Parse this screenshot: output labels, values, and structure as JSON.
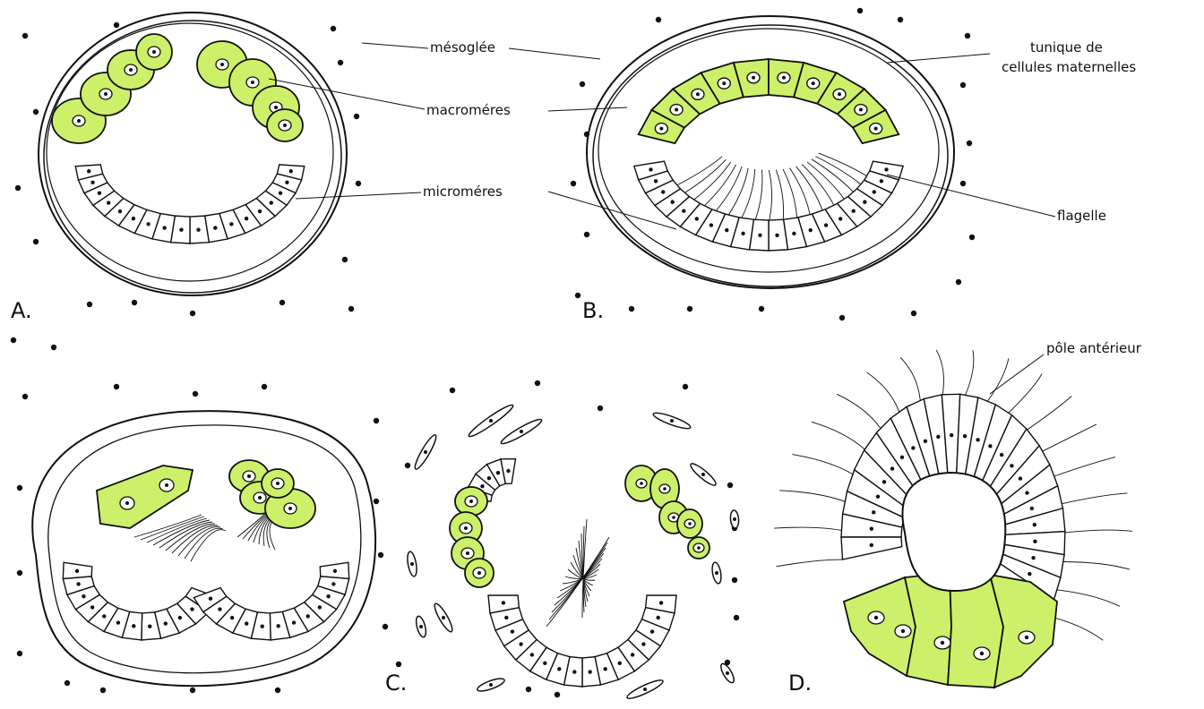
{
  "colors": {
    "macromere_fill": "#ccf069",
    "outline": "#111111",
    "background": "#ffffff"
  },
  "labels": {
    "mesoglee": "mésoglée",
    "tunique_line1": "tunique de",
    "tunique_line2": "cellules maternelles",
    "macromeres": "macroméres",
    "micromeres": "microméres",
    "flagelle": "flagelle",
    "pole_anterieur": "pôle antérieur"
  },
  "panels": {
    "a": "A.",
    "b": "B.",
    "c": "C.",
    "d": "D."
  }
}
